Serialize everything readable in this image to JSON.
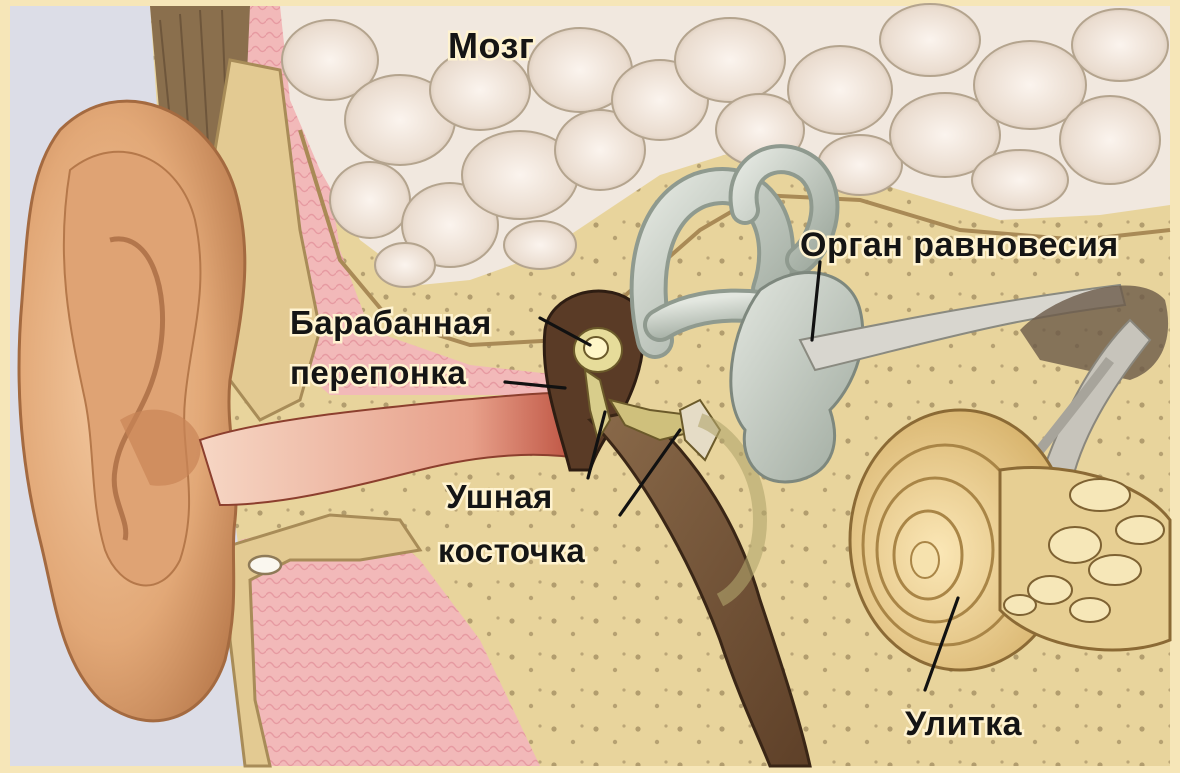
{
  "labels": {
    "brain": "Мозг",
    "balance_organ": "Орган равновесия",
    "eardrum_line1": "Барабанная",
    "eardrum_line2": "перепонка",
    "ossicle_line1": "Ушная",
    "ossicle_line2": "косточка",
    "cochlea": "Улитка"
  },
  "colors": {
    "frame": "#f6e6b8",
    "bone": "#e8d49c",
    "bone_dark": "#d2b878",
    "brain": "#f1e8df",
    "brain_shadow": "#cbbba6",
    "skin": "#e7b488",
    "flesh_pink": "#f2b9b9",
    "canal": "#c9604c",
    "labyrinth": "#c9cfc6",
    "cochlea": "#f0d8a0",
    "background_sky": "#dcdde7"
  }
}
